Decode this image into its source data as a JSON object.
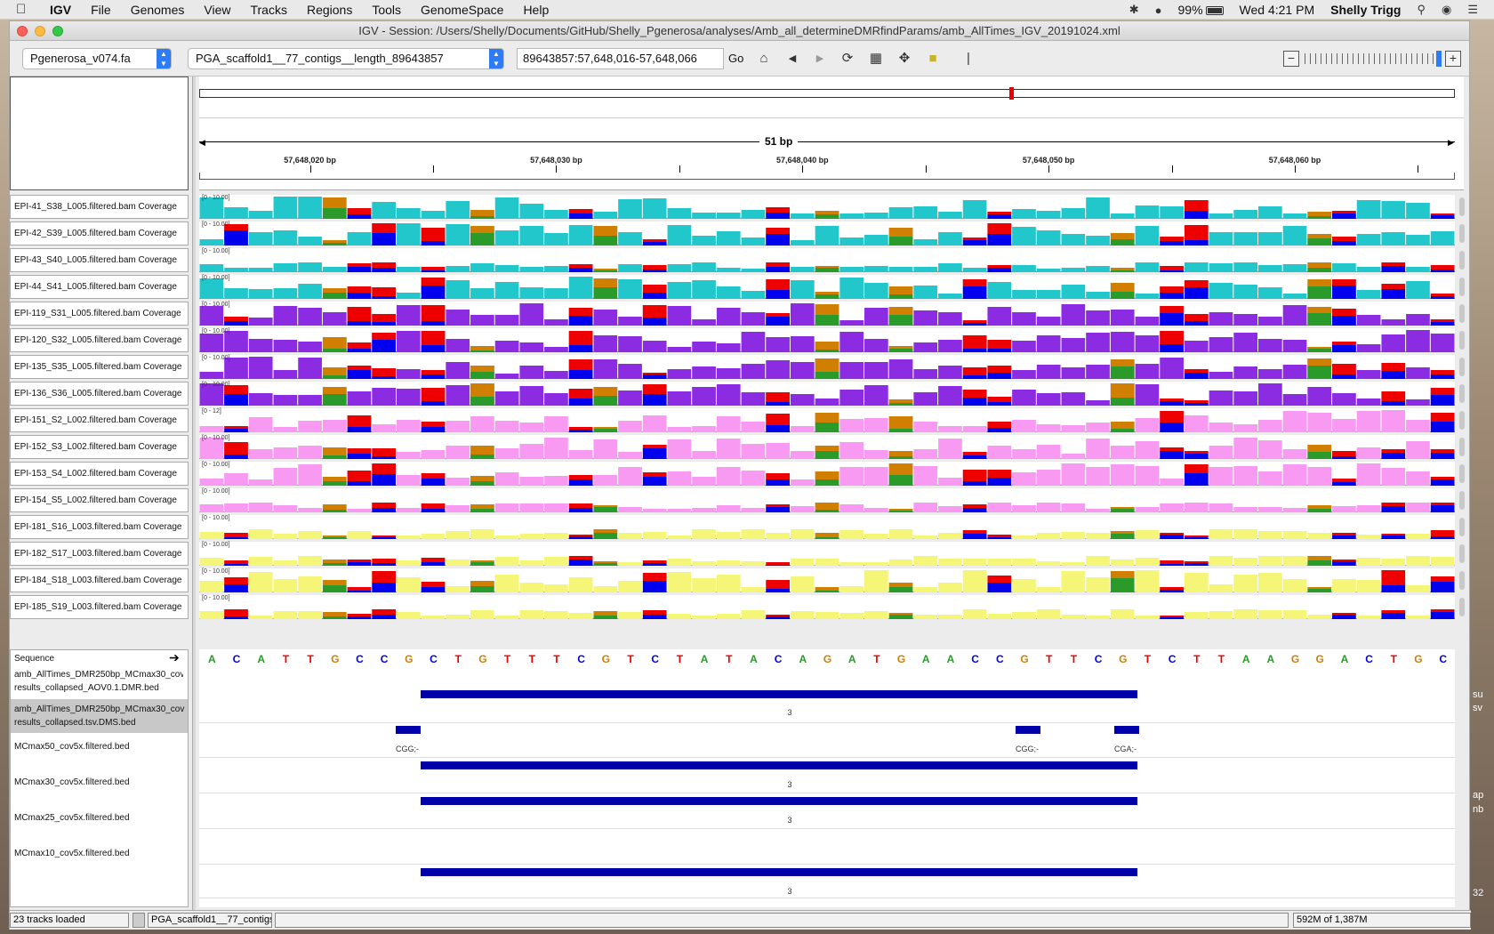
{
  "menubar": {
    "app": "IGV",
    "items": [
      "File",
      "Genomes",
      "View",
      "Tracks",
      "Regions",
      "Tools",
      "GenomeSpace",
      "Help"
    ],
    "battery": "99%",
    "clock": "Wed 4:21 PM",
    "user": "Shelly Trigg"
  },
  "window": {
    "title": "IGV - Session: /Users/Shelly/Documents/GitHub/Shelly_Pgenerosa/analyses/Amb_all_determineDMRfindParams/amb_AllTimes_IGV_20191024.xml"
  },
  "toolbar": {
    "genome": "Pgenerosa_v074.fa",
    "chromosome": "PGA_scaffold1__77_contigs__length_89643857",
    "locus": "89643857:57,648,016-57,648,066",
    "go_label": "Go"
  },
  "ruler": {
    "span_label": "51 bp",
    "tick_labels": [
      "57,648,020 bp",
      "57,648,030 bp",
      "57,648,040 bp",
      "57,648,050 bp",
      "57,648,060 bp"
    ]
  },
  "colors": {
    "A": "#2a9a2a",
    "C": "#0000ee",
    "G": "#d17f00",
    "T": "#ee0000",
    "cyan": "#22c7cc",
    "purple": "#8b2be2",
    "pink": "#f99af2",
    "yellow": "#f5f577",
    "feature": "#0000aa"
  },
  "tracks": [
    {
      "name": "EPI-41_S38_L005.filtered.bam Coverage",
      "range": "[0 - 10.00]",
      "color": "cyan"
    },
    {
      "name": "EPI-42_S39_L005.filtered.bam Coverage",
      "range": "[0 - 10.00]",
      "color": "cyan"
    },
    {
      "name": "EPI-43_S40_L005.filtered.bam Coverage",
      "range": "[0 - 10.00]",
      "color": "cyan"
    },
    {
      "name": "EPI-44_S41_L005.filtered.bam Coverage",
      "range": "[0 - 10.00]",
      "color": "cyan"
    },
    {
      "name": "EPI-119_S31_L005.filtered.bam Coverage",
      "range": "[0 - 10.00]",
      "color": "purple"
    },
    {
      "name": "EPI-120_S32_L005.filtered.bam Coverage",
      "range": "[0 - 10.00]",
      "color": "purple"
    },
    {
      "name": "EPI-135_S35_L005.filtered.bam Coverage",
      "range": "[0 - 10.00]",
      "color": "purple"
    },
    {
      "name": "EPI-136_S36_L005.filtered.bam Coverage",
      "range": "[0 - 10.00]",
      "color": "purple"
    },
    {
      "name": "EPI-151_S2_L002.filtered.bam Coverage",
      "range": "[0 - 12]",
      "color": "pink"
    },
    {
      "name": "EPI-152_S3_L002.filtered.bam Coverage",
      "range": "[0 - 10.00]",
      "color": "pink"
    },
    {
      "name": "EPI-153_S4_L002.filtered.bam Coverage",
      "range": "[0 - 10.00]",
      "color": "pink"
    },
    {
      "name": "EPI-154_S5_L002.filtered.bam Coverage",
      "range": "[0 - 10.00]",
      "color": "pink"
    },
    {
      "name": "EPI-181_S16_L003.filtered.bam Coverage",
      "range": "[0 - 10.00]",
      "color": "yellow"
    },
    {
      "name": "EPI-182_S17_L003.filtered.bam Coverage",
      "range": "[0 - 10.00]",
      "color": "yellow"
    },
    {
      "name": "EPI-184_S18_L003.filtered.bam Coverage",
      "range": "[0 - 10.00]",
      "color": "yellow"
    },
    {
      "name": "EPI-185_S19_L003.filtered.bam Coverage",
      "range": "[0 - 10.00]",
      "color": "yellow"
    }
  ],
  "sequence": {
    "label": "Sequence",
    "bases": "ACATTGCCGCTGTTTCGTCTATACAGATGAACCGTTCGTCTTAAGGACTGC"
  },
  "features": {
    "dmr": {
      "name_line1": "amb_AllTimes_DMR250bp_MCmax30_cov",
      "name_line2": "results_collapsed_AOV0.1.DMR.bed",
      "score": "3"
    },
    "dms": {
      "name_line1": "amb_AllTimes_DMR250bp_MCmax30_cov",
      "name_line2": "results_collapsed.tsv.DMS.bed",
      "labels": [
        "CGG;-",
        "CGG;-",
        "CGA;-"
      ]
    },
    "mc50": {
      "name": "MCmax50_cov5x.filtered.bed",
      "score": "3"
    },
    "mc30": {
      "name": "MCmax30_cov5x.filtered.bed",
      "score": "3"
    },
    "mc25": {
      "name": "MCmax25_cov5x.filtered.bed"
    },
    "mc10": {
      "name": "MCmax10_cov5x.filtered.bed",
      "score": "3"
    }
  },
  "status": {
    "tracks_loaded": "23 tracks loaded",
    "locus_short": "PGA_scaffold1__77_contigs...",
    "memory": "592M of 1,387M"
  },
  "desktop": {
    "fragments": [
      "su",
      "sv",
      "ap",
      "nb",
      "32"
    ]
  }
}
